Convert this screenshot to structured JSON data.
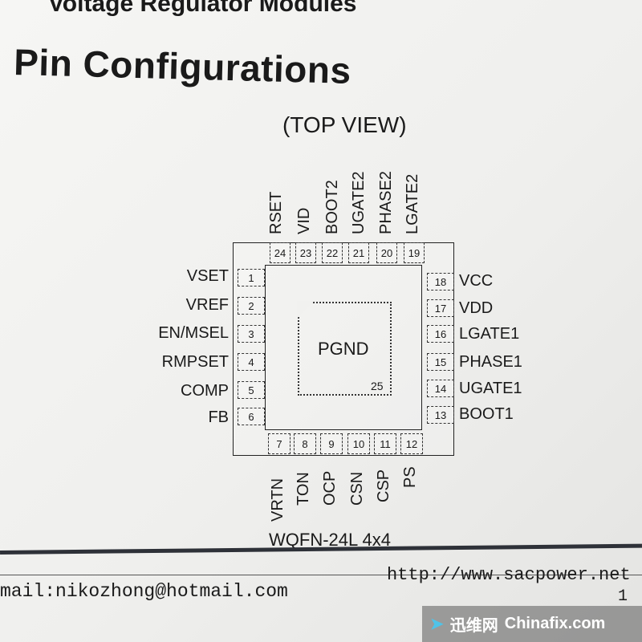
{
  "header": {
    "top_cutoff": "Voltage Regulator Modules",
    "title": "Pin Configurations"
  },
  "diagram": {
    "view_label": "(TOP VIEW)",
    "package_label": "WQFN-24L  4x4",
    "exposed_pad_name": "PGND",
    "exposed_pad_number": "25",
    "pins_left": [
      {
        "num": "1",
        "name": "VSET"
      },
      {
        "num": "2",
        "name": "VREF"
      },
      {
        "num": "3",
        "name": "EN/MSEL"
      },
      {
        "num": "4",
        "name": "RMPSET"
      },
      {
        "num": "5",
        "name": "COMP"
      },
      {
        "num": "6",
        "name": "FB"
      }
    ],
    "pins_bottom": [
      {
        "num": "7",
        "name": "VRTN"
      },
      {
        "num": "8",
        "name": "TON"
      },
      {
        "num": "9",
        "name": "OCP"
      },
      {
        "num": "10",
        "name": "CSN"
      },
      {
        "num": "11",
        "name": "CSP"
      },
      {
        "num": "12",
        "name": "PS"
      }
    ],
    "pins_right": [
      {
        "num": "13",
        "name": "BOOT1"
      },
      {
        "num": "14",
        "name": "UGATE1"
      },
      {
        "num": "15",
        "name": "PHASE1"
      },
      {
        "num": "16",
        "name": "LGATE1"
      },
      {
        "num": "17",
        "name": "VDD"
      },
      {
        "num": "18",
        "name": "VCC"
      }
    ],
    "pins_top": [
      {
        "num": "19",
        "name": "LGATE2"
      },
      {
        "num": "20",
        "name": "PHASE2"
      },
      {
        "num": "21",
        "name": "UGATE2"
      },
      {
        "num": "22",
        "name": "BOOT2"
      },
      {
        "num": "23",
        "name": "VID"
      },
      {
        "num": "24",
        "name": "RSET"
      }
    ]
  },
  "footer": {
    "email": "mail:nikozhong@hotmail.com",
    "url": "http://www.sacpower.net",
    "page": "1"
  },
  "watermark": {
    "cn_text": "迅维网",
    "site": "Chinafix.com"
  }
}
